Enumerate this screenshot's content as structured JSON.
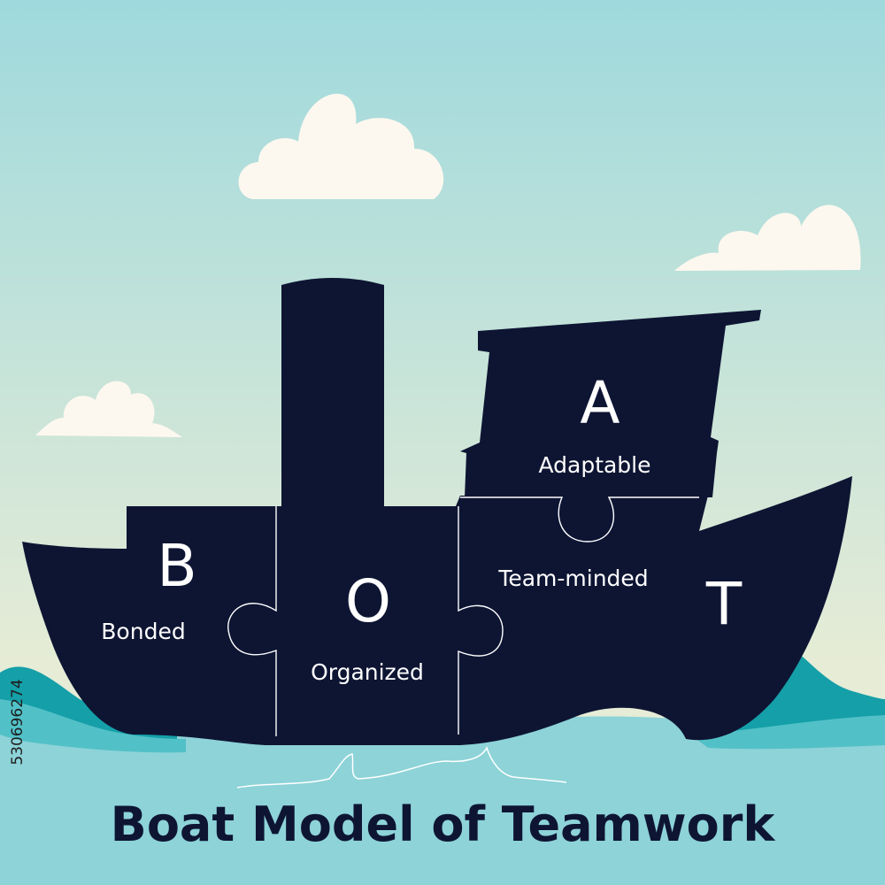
{
  "title": "Boat Model of Teamwork",
  "image_id_text": "530696274",
  "segments": [
    {
      "letter": "B",
      "word": "Bonded"
    },
    {
      "letter": "O",
      "word": "Organized"
    },
    {
      "letter": "A",
      "word": "Adaptable"
    },
    {
      "letter": "T",
      "word": "Team-minded"
    }
  ],
  "colors": {
    "sky_top": "#9fd9dd",
    "sky_bottom": "#e6ecd6",
    "sea": "#8dd3d8",
    "wave_dark": "#159fa8",
    "wave_light": "#52c1c7",
    "boat": "#0e1533",
    "cloud": "#fdf8ef",
    "title": "#0e1533"
  }
}
